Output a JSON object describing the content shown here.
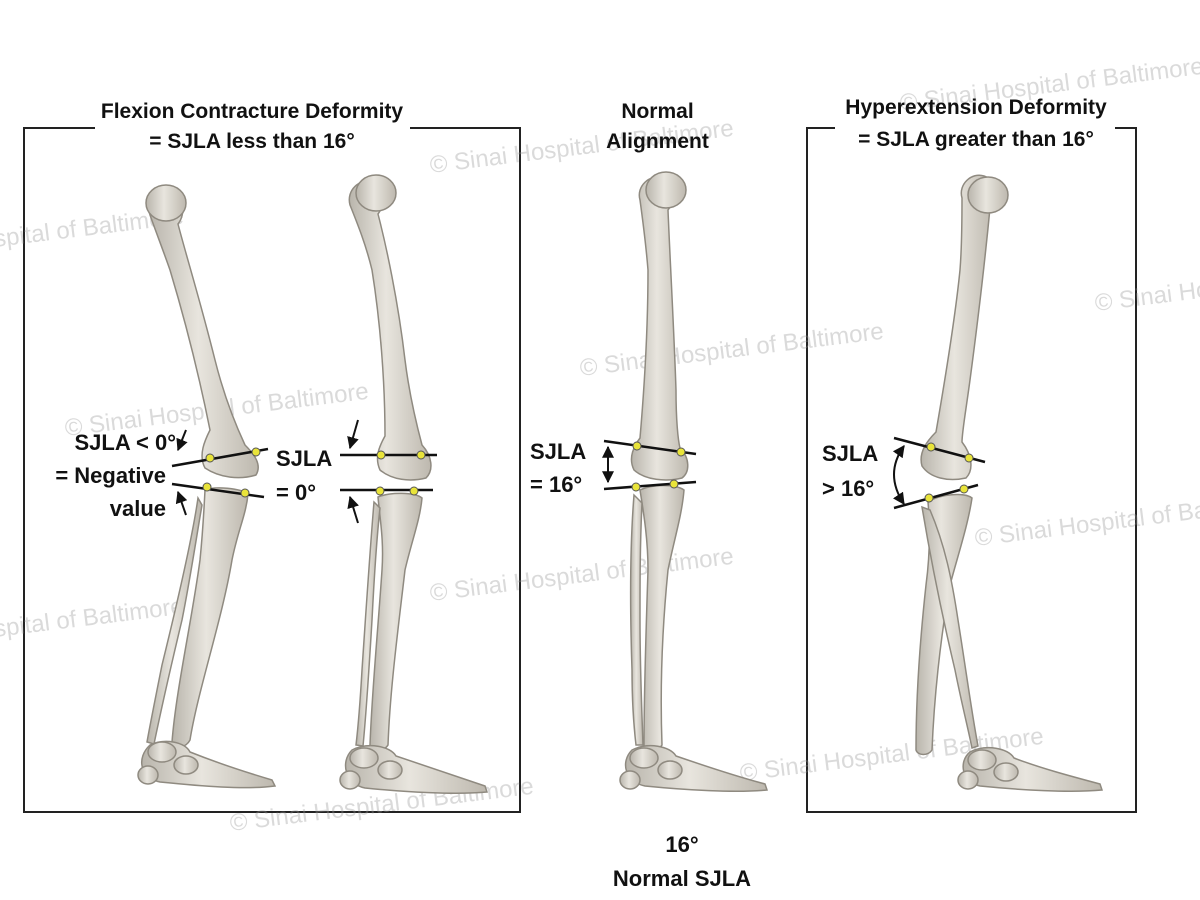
{
  "panels": {
    "flexion": {
      "title_line1": "Flexion Contracture Deformity",
      "title_line2": "= SJLA less than 16°",
      "leg1": {
        "label_line1": "SJLA < 0°",
        "label_line2": "= Negative",
        "label_line3": "value"
      },
      "leg2": {
        "label_line1": "SJLA",
        "label_line2": "= 0°"
      }
    },
    "normal": {
      "title_line1": "Normal",
      "title_line2": "Alignment",
      "label_line1": "SJLA",
      "label_line2": "= 16°"
    },
    "hyperextension": {
      "title_line1": "Hyperextension Deformity",
      "title_line2": "= SJLA greater than 16°",
      "label_line1": "SJLA",
      "label_line2": "> 16°"
    }
  },
  "footer": {
    "line1": "16°",
    "line2": "Normal SJLA"
  },
  "watermark": "© Sinai Hospital of Baltimore",
  "colors": {
    "bone_fill": "#d9d6cf",
    "bone_stroke": "#8f8a80",
    "point": "#e9e43a",
    "line": "#111111",
    "frame": "#222222"
  }
}
